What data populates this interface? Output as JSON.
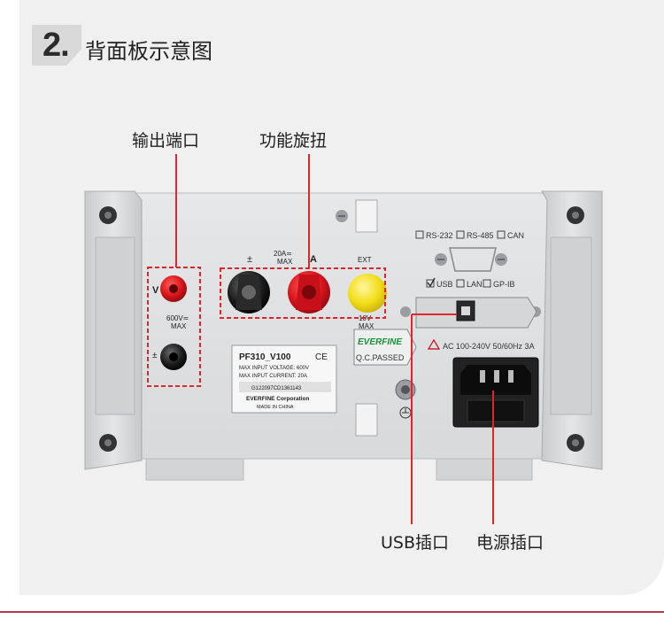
{
  "header": {
    "number": "2.",
    "title": "背面板示意图"
  },
  "callouts": {
    "output_port": "输出端口",
    "function_knob": "功能旋扭",
    "usb_port": "USB插口",
    "power_port": "电源插口"
  },
  "panel": {
    "terminal_v": "V",
    "terminal_pm_left": "±",
    "v_rating_1": "600V≂",
    "v_rating_2": "MAX",
    "knob_pm": "±",
    "a_rating_1": "20A≂",
    "a_rating_2": "MAX",
    "knob_a": "A",
    "knob_ext": "EXT",
    "ext_rating_1": "10V",
    "ext_rating_2": "MAX",
    "iface_rs232": "RS-232",
    "iface_rs485": "RS-485",
    "iface_can": "CAN",
    "iface_usb": "USB",
    "iface_lan": "LAN",
    "iface_gpib": "GP-IB",
    "power_spec": "AC 100-240V 50/60Hz 3A",
    "brand_badge": "EVERFINE",
    "qc_text": "Q.C.PASSED",
    "label_model": "PF310_V100",
    "label_ce": "CE",
    "label_line1": "MAX INPUT VOLTAGE: 600V",
    "label_line2": "MAX INPUT CURRENT: 20A",
    "label_serial": "G122097CD1361143",
    "label_company": "EVERFINE Corporation",
    "label_origin": "MADE IN CHINA"
  },
  "colors": {
    "accent_red": "#e0262b",
    "knob_yellow": "#f5e21a",
    "bottom_line": "#b23a4a"
  }
}
